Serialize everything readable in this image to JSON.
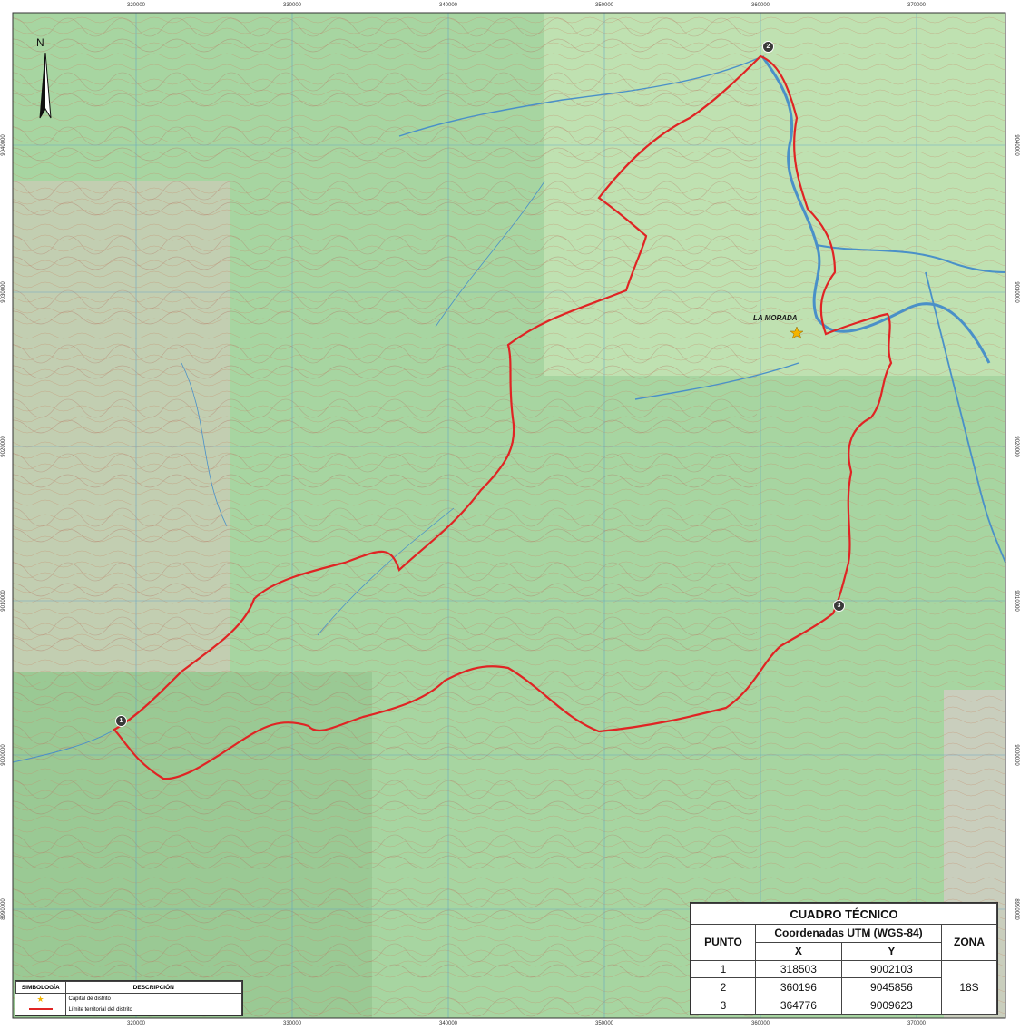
{
  "map": {
    "place_label": "LA MORADA",
    "north_label": "N",
    "colors": {
      "land": "#a7d5a1",
      "alt_land": "#b5d9a9",
      "lowland": "#c9e6b8",
      "river": "#4a90c8",
      "boundary": "#e02424",
      "contour": "#c48a6a",
      "grid": "#5aa0c8"
    }
  },
  "axes": {
    "x_ticks": [
      "320000",
      "330000",
      "340000",
      "350000",
      "360000",
      "370000"
    ],
    "y_ticks": [
      "9040000",
      "9030000",
      "9020000",
      "9010000",
      "9000000",
      "8990000"
    ]
  },
  "points": [
    {
      "id": "1",
      "x": 318503,
      "y": 9002103
    },
    {
      "id": "2",
      "x": 360196,
      "y": 9045856
    },
    {
      "id": "3",
      "x": 364776,
      "y": 9009623
    }
  ],
  "table": {
    "title": "CUADRO TÉCNICO",
    "col_punto": "PUNTO",
    "col_coords": "Coordenadas UTM (WGS-84)",
    "col_zona": "ZONA",
    "col_x": "X",
    "col_y": "Y",
    "zona_value": "18S",
    "rows": [
      {
        "punto": "1",
        "x": "318503",
        "y": "9002103"
      },
      {
        "punto": "2",
        "x": "360196",
        "y": "9045856"
      },
      {
        "punto": "3",
        "x": "364776",
        "y": "9009623"
      }
    ]
  },
  "legend": {
    "col_symbol": "SIMBOLOGÍA",
    "col_desc": "DESCRIPCIÓN",
    "items": [
      {
        "symbol": "star",
        "label": "Capital de distrito"
      },
      {
        "symbol": "red-line",
        "label": "Límite territorial del distrito"
      }
    ]
  }
}
